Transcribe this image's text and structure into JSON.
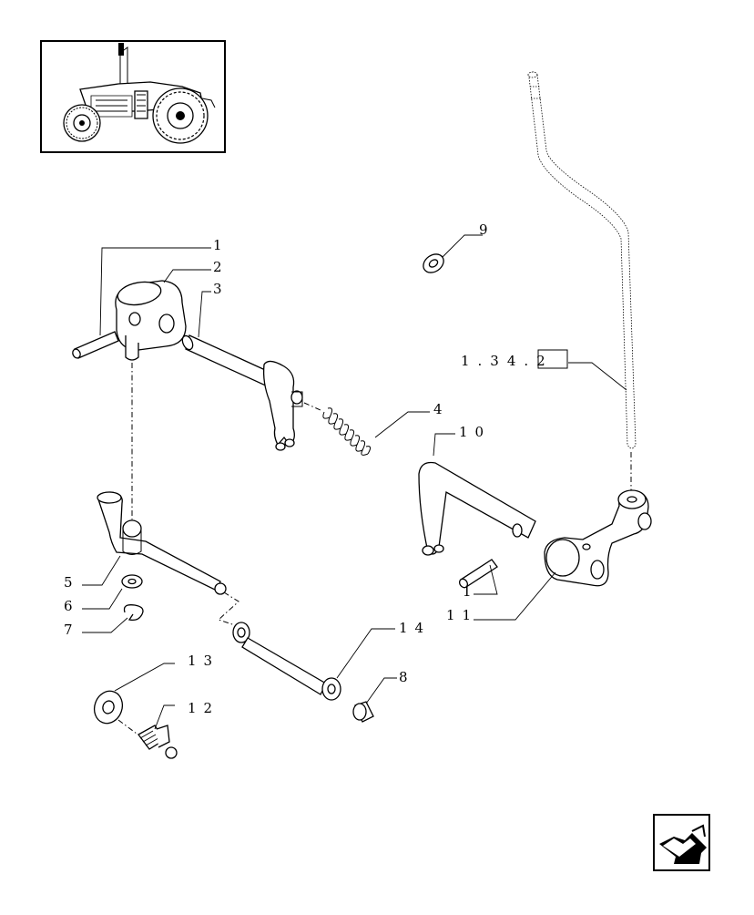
{
  "labels": {
    "p1_top": "1",
    "p2": "2",
    "p3": "3",
    "p4": "4",
    "p5": "5",
    "p6": "6",
    "p7": "7",
    "p8": "8",
    "p9": "9",
    "p10": "10",
    "p1_bottom": "1",
    "p11": "11",
    "p12": "12",
    "p13": "13",
    "p14": "14",
    "ref": "1.34.2"
  },
  "icons": {
    "thumbnail": "tractor-thumbnail-icon",
    "nav": "next-page-arrow-icon"
  }
}
